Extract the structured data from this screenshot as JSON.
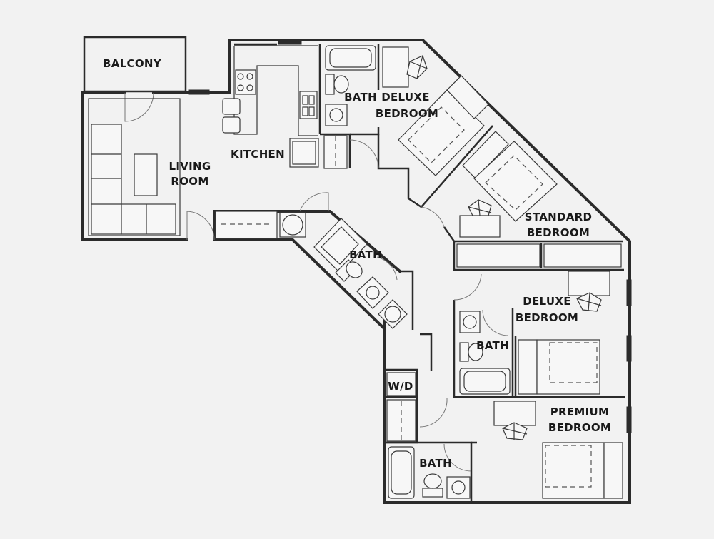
{
  "rooms": {
    "balcony": "BALCONY",
    "living_line1": "LIVING",
    "living_line2": "ROOM",
    "kitchen": "KITCHEN",
    "bath_top": "BATH",
    "deluxe_top_line1": "DELUXE",
    "deluxe_top_line2": "BEDROOM",
    "standard_line1": "STANDARD",
    "standard_line2": "BEDROOM",
    "bath_center": "BATH",
    "deluxe_right_line1": "DELUXE",
    "deluxe_right_line2": "BEDROOM",
    "bath_right": "BATH",
    "wd": "W/D",
    "premium_line1": "PREMIUM",
    "premium_line2": "BEDROOM",
    "bath_bottom": "BATH"
  },
  "colors": {
    "background": "#f2f2f2",
    "walls": "#2b2b2b",
    "fixtures": "#f7f7f7"
  }
}
